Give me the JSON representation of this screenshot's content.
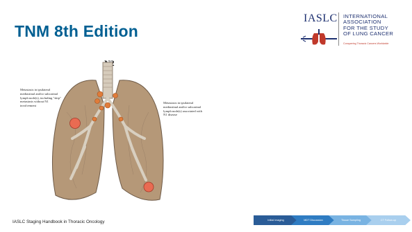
{
  "slide": {
    "title": "TNM 8th Edition",
    "footer_source": "IASLC Staging Handbook in Thoracic Oncology"
  },
  "logo": {
    "wordmark": "IASLC",
    "lines": [
      "INTERNATIONAL",
      "ASSOCIATION",
      "FOR THE STUDY",
      "OF LUNG CANCER"
    ],
    "tagline": "Conquering Thoracic Cancers Worldwide"
  },
  "figure": {
    "title": "N2",
    "label_left": "Metastasis in ipsilateral mediastinal and/or subcarinal lymph node(s), including \"skip\" metastasis without N1 involvement",
    "label_right": "Metastasis in ipsilateral mediastinal and/or subcarinal lymph node(s) associated with N1 disease"
  },
  "process": {
    "steps": [
      {
        "label": "Initial Imaging",
        "color": "#2a5c97"
      },
      {
        "label": "MDT Discussion",
        "color": "#2f7cc2"
      },
      {
        "label": "Tissue Sampling",
        "color": "#79b3e2"
      },
      {
        "label": "CT Follow-up",
        "color": "#a9cfee"
      }
    ]
  },
  "colors": {
    "title": "#005f92",
    "logo_navy": "#1c2f6f",
    "logo_red": "#c0392b",
    "lung_fill": "#b59878",
    "lymph_node": "#e07c3a"
  }
}
